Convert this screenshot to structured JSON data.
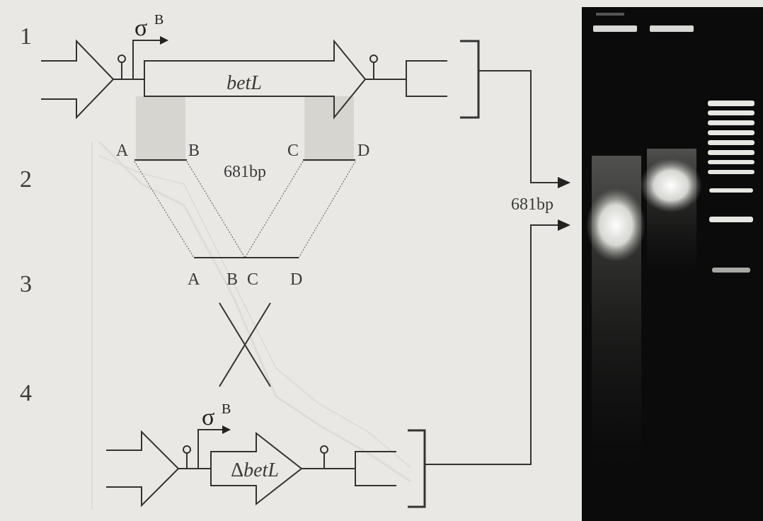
{
  "steps": [
    "1",
    "2",
    "3",
    "4"
  ],
  "sigma_label": "σ",
  "sigma_sup": "B",
  "gene_label": "betL",
  "deleted_gene_delta": "Δ",
  "deleted_gene_name": "betL",
  "primers_top": [
    "A",
    "B",
    "C",
    "D"
  ],
  "primers_fused": [
    "A",
    "B",
    "C",
    "D"
  ],
  "fragment_size": "681bp",
  "gel_size_label": "681bp",
  "colors": {
    "background": "#e9e8e4",
    "line": "#333333",
    "homology_shade": "#d6d5d0",
    "gel": "#0b0b0b",
    "band": "#f4f4f0"
  }
}
